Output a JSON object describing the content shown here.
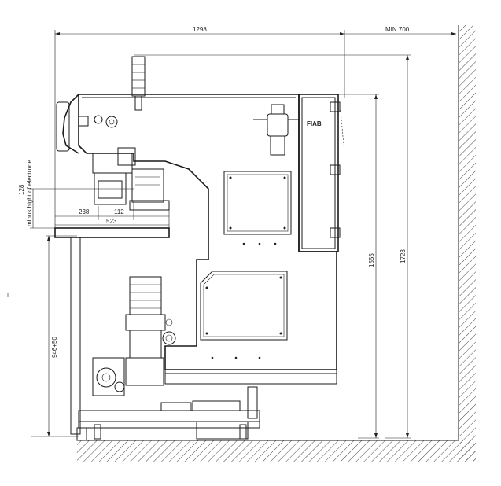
{
  "dimensions": {
    "overall_width": "1298",
    "min_clearance": "MIN 700",
    "electrode_height_value": "128",
    "electrode_height_note": "minus hight of electrode",
    "offset_238": "238",
    "offset_112": "112",
    "depth_523": "523",
    "table_height": "946+50",
    "height_1555": "1555",
    "height_1723": "1723"
  },
  "labels": {
    "brand_plate": "FIAB"
  }
}
